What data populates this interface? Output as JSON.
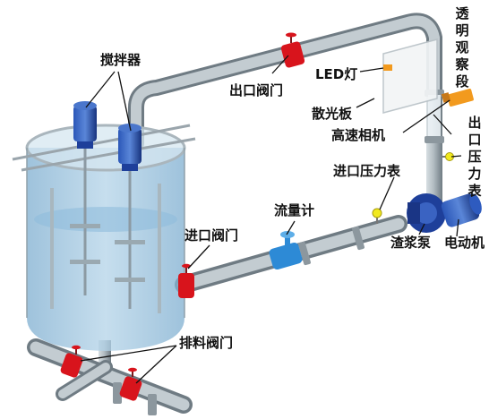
{
  "labels": {
    "agitator": "搅拌器",
    "outlet_valve": "出口阀门",
    "led_lamp": "LED灯",
    "diffuser_plate": "散光板",
    "high_speed_camera": "高速相机",
    "transparent_section": "透明观察段",
    "outlet_pressure_gauge": "出口压力表",
    "inlet_pressure_gauge": "进口压力表",
    "flow_meter": "流量计",
    "inlet_valve": "进口阀门",
    "slurry_pump": "渣浆泵",
    "motor": "电动机",
    "drain_valve": "排料阀门"
  },
  "colors": {
    "pipe": "#a9b4bb",
    "valve": "#d8141c",
    "pump": "#1e3f9a",
    "motor": "#234ca8",
    "flow_meter": "#2d8ad6",
    "tank_water": "#9cc4df",
    "camera": "#f29a1e",
    "gauge": "#f1e91e"
  }
}
